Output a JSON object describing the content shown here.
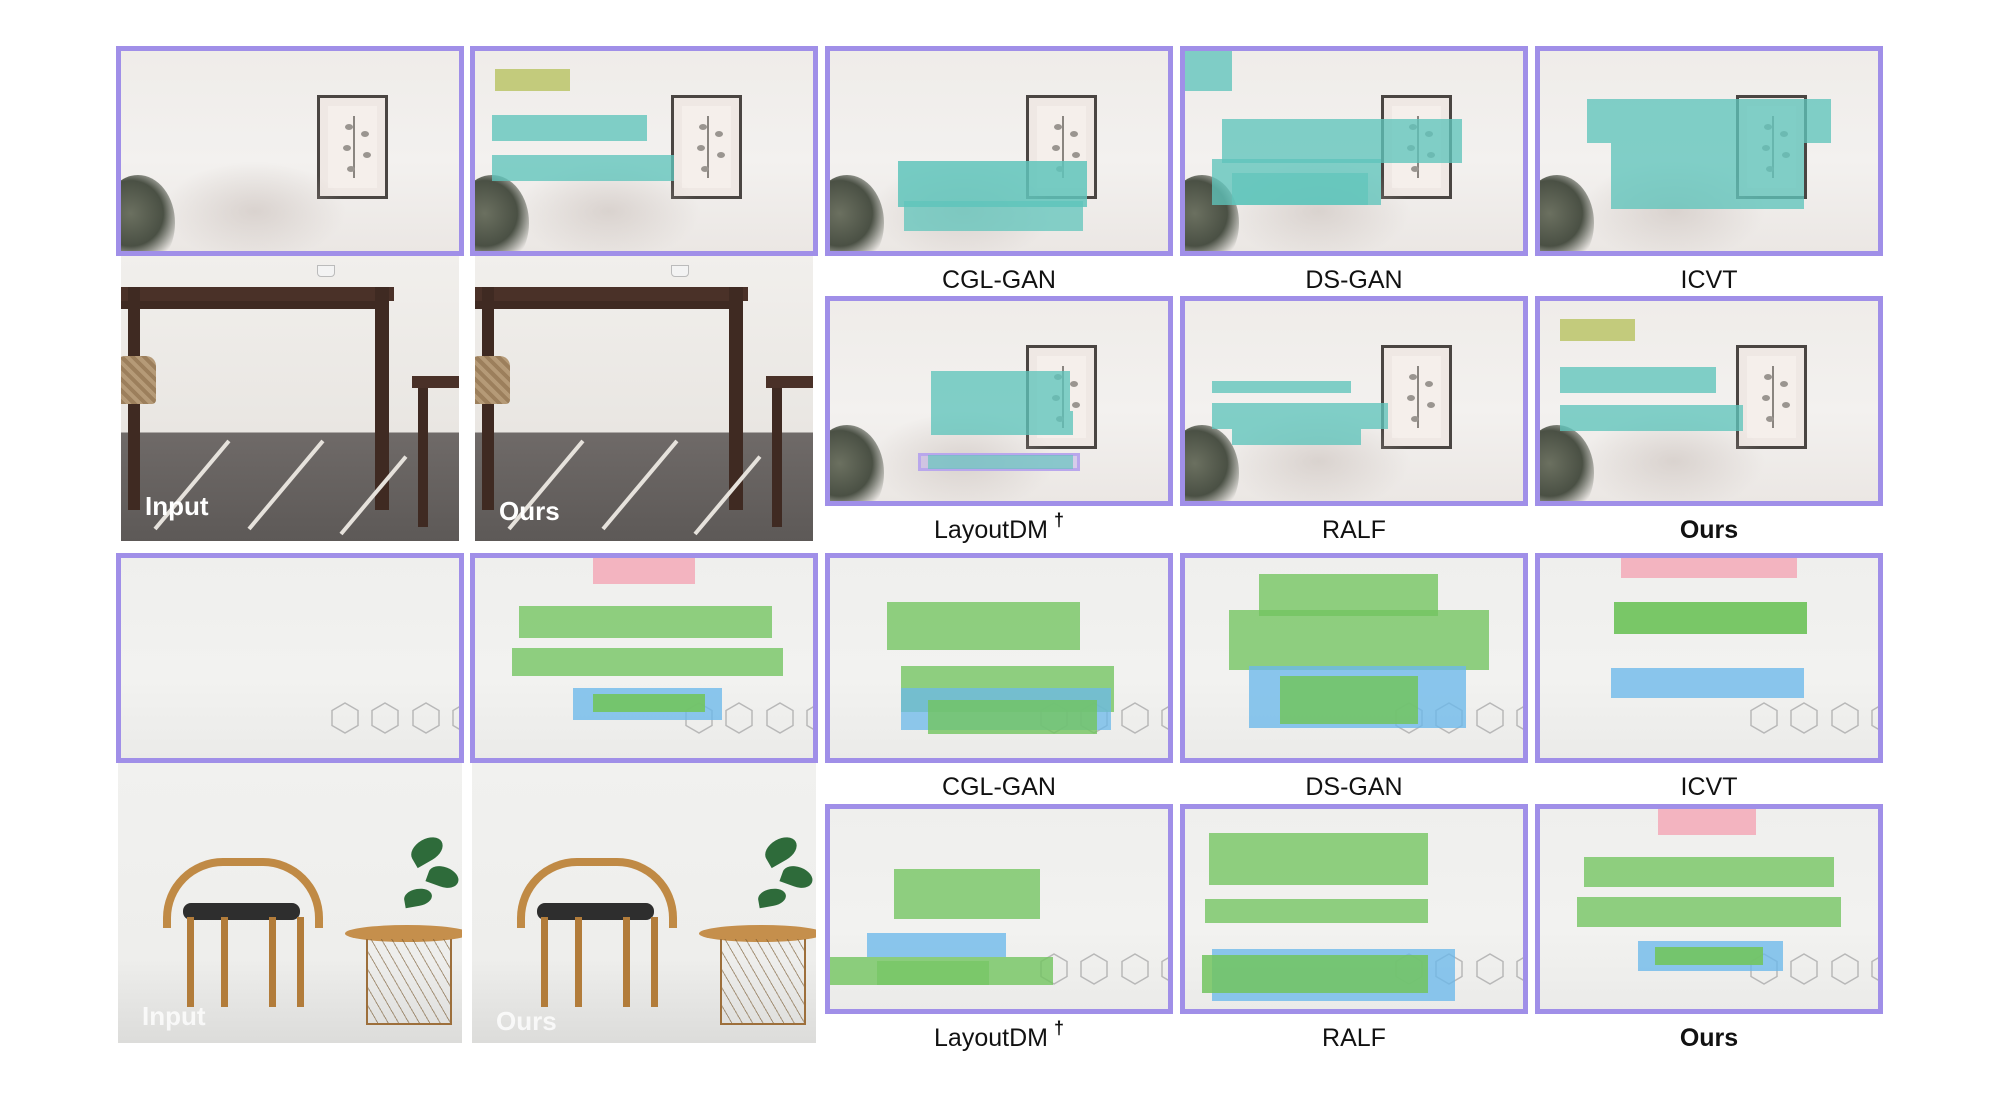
{
  "colors": {
    "frame": "#a08fe8",
    "teal_box": "#5fc4bb",
    "olive_box": "#b6c25c",
    "green_box": "#72c45f",
    "blue_box": "#6bb8ea",
    "pink_box": "#f4a3b4",
    "purple_box": "#b9a7ec"
  },
  "rows": {
    "row1": {
      "input_label": "Input",
      "ours_label": "Ours"
    },
    "row2": {
      "input_label": "Input",
      "ours_label": "Ours"
    }
  },
  "captions": {
    "row1_top": {
      "cgl": "CGL-GAN",
      "ds": "DS-GAN",
      "icvt": "ICVT"
    },
    "row1_bottom": {
      "layoutdm": "LayoutDM",
      "dagger": "†",
      "ralf": "RALF",
      "ours": "Ours"
    },
    "row2_top": {
      "cgl": "CGL-GAN",
      "ds": "DS-GAN",
      "icvt": "ICVT"
    },
    "row2_bottom": {
      "layoutdm": "LayoutDM",
      "dagger": "†",
      "ralf": "RALF",
      "ours": "Ours"
    }
  },
  "icons": {
    "plant": "potted-plant-icon",
    "frame": "framed-picture-icon",
    "hexagon": "hexagon-outline-icon",
    "chair": "chair-icon",
    "table": "table-icon"
  }
}
